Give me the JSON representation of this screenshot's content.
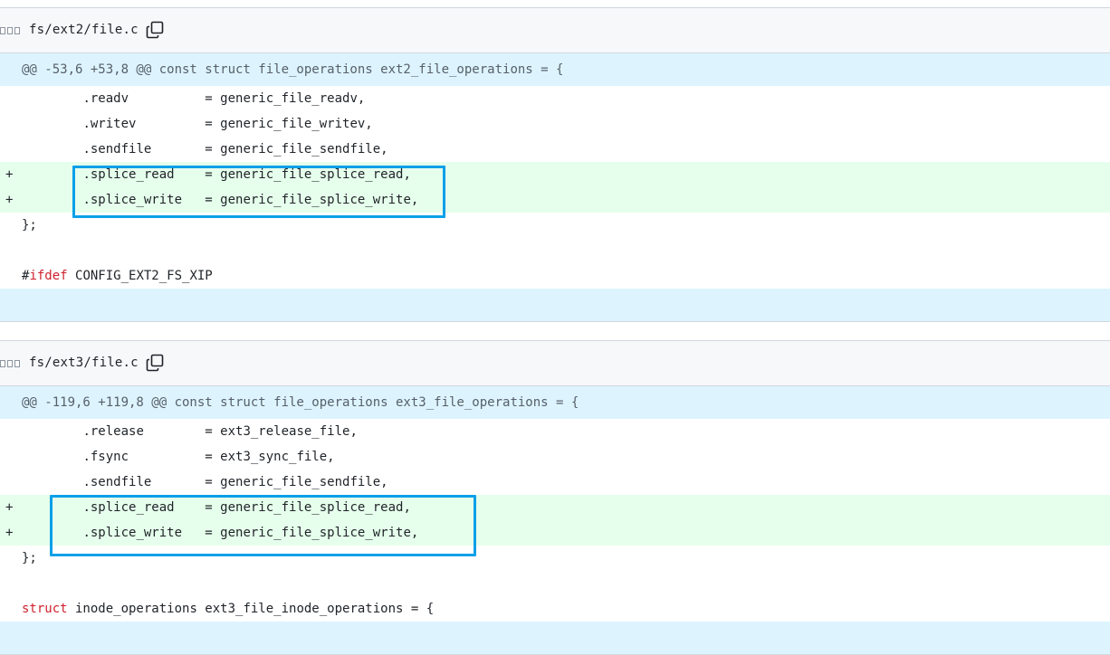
{
  "files": [
    {
      "path": "fs/ext2/file.c",
      "hunk": "@@ -53,6 +53,8 @@ const struct file_operations ext2_file_operations = {",
      "lines": [
        {
          "marker": "",
          "indent": "        ",
          "text": ".readv          = generic_file_readv,"
        },
        {
          "marker": "",
          "indent": "        ",
          "text": ".writev         = generic_file_writev,"
        },
        {
          "marker": "",
          "indent": "        ",
          "text": ".sendfile       = generic_file_sendfile,"
        },
        {
          "marker": "+",
          "indent": "        ",
          "text": ".splice_read    = generic_file_splice_read,"
        },
        {
          "marker": "+",
          "indent": "        ",
          "text": ".splice_write   = generic_file_splice_write,"
        },
        {
          "marker": "",
          "indent": "",
          "text": "};"
        },
        {
          "marker": "",
          "indent": "",
          "text": ""
        },
        {
          "marker": "",
          "indent": "",
          "keyword": "#ifdef",
          "text": " CONFIG_EXT2_FS_XIP"
        }
      ]
    },
    {
      "path": "fs/ext3/file.c",
      "hunk": "@@ -119,6 +119,8 @@ const struct file_operations ext3_file_operations = {",
      "lines": [
        {
          "marker": "",
          "indent": "        ",
          "text": ".release        = ext3_release_file,"
        },
        {
          "marker": "",
          "indent": "        ",
          "text": ".fsync          = ext3_sync_file,"
        },
        {
          "marker": "",
          "indent": "        ",
          "text": ".sendfile       = generic_file_sendfile,"
        },
        {
          "marker": "+",
          "indent": "        ",
          "text": ".splice_read    = generic_file_splice_read,"
        },
        {
          "marker": "+",
          "indent": "        ",
          "text": ".splice_write   = generic_file_splice_write,"
        },
        {
          "marker": "",
          "indent": "",
          "text": "};"
        },
        {
          "marker": "",
          "indent": "",
          "text": ""
        },
        {
          "marker": "",
          "indent": "",
          "keyword": "struct",
          "text": " inode_operations ext3_file_inode_operations = {"
        }
      ]
    }
  ],
  "icons": {
    "copy": "copy-icon",
    "expand": "expand-icon"
  },
  "colors": {
    "hunk_bg": "#ddf4ff",
    "added_bg": "#e6ffec",
    "highlight": "#0aa0e8",
    "keyword": "#cf222e"
  }
}
